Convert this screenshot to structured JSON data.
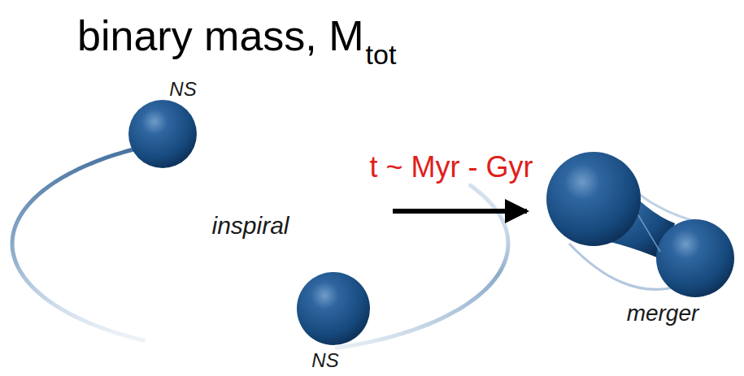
{
  "diagram": {
    "title": "binary mass, M",
    "labels": [
      "tot",
      "NS",
      "NS",
      "inspiral",
      "t ~ Myr - Gyr",
      "merger"
    ]
  }
}
